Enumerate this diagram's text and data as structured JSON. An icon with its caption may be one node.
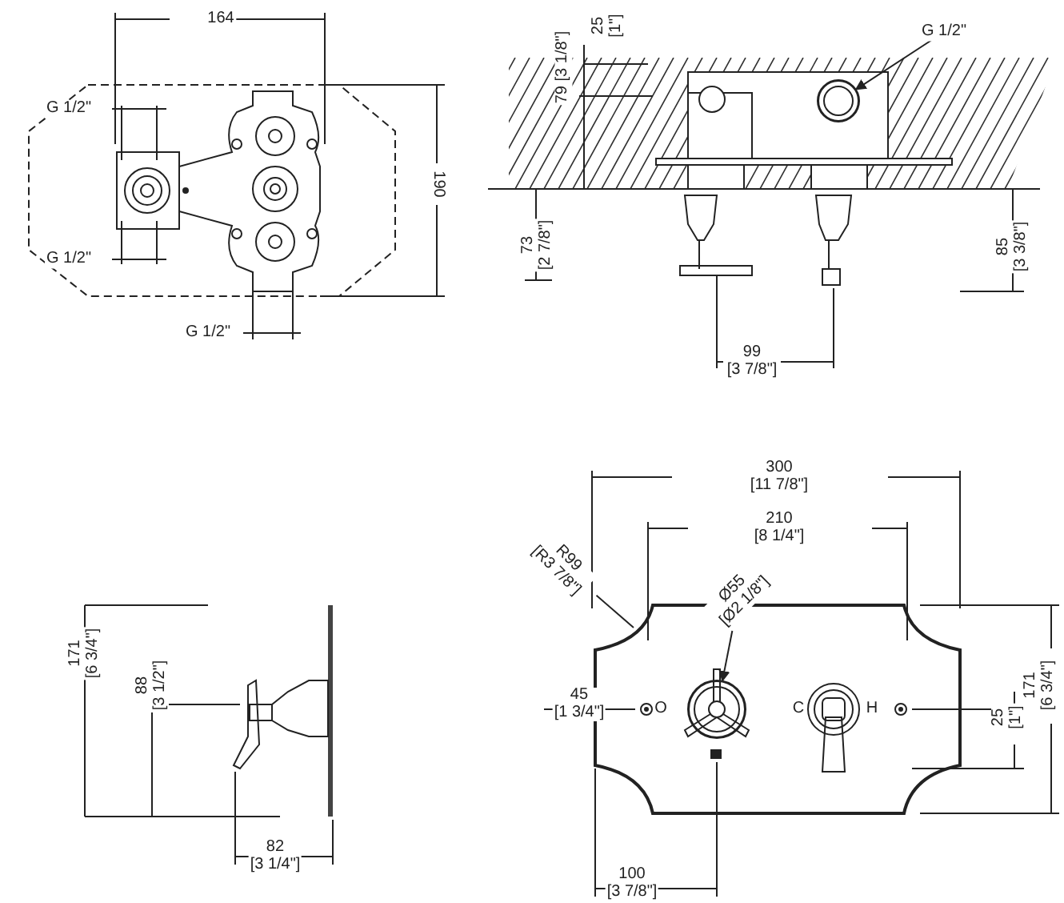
{
  "diagram": {
    "nodes": [
      {
        "text": [
          "G 1/2\""
        ]
      },
      {
        "text": [],
        "shape": "circle"
      },
      {
        "text": [
          "Ø55 [Ø2 1/8\"]"
        ]
      },
      {
        "text": [],
        "shape": "circle"
      },
      {
        "text": [
          "R99 [R3 7/8\"]"
        ]
      }
    ],
    "edges": [
      {
        "from": 0,
        "to": 1,
        "arrow": "to"
      },
      {
        "from": 2,
        "to": 3,
        "arrow": "to"
      },
      {
        "from": 4,
        "to": null,
        "arrow": "none"
      }
    ],
    "labels": [
      "164",
      "190",
      "G 1/2\"",
      "G 1/2\"",
      "G 1/2\"",
      "25 [1\"]",
      "79 [3 1/8\"]",
      "73 [2 7/8\"]",
      "85 [3 3/8\"]",
      "99 [3 7/8\"]",
      "171 [6 3/4\"]",
      "88 [3 1/2\"]",
      "82 [3 1/4\"]",
      "300 [11 7/8\"]",
      "210 [8 1/4\"]",
      "45 [1 3/4\"]",
      "O",
      "C",
      "H",
      "25 [1\"]",
      "171 [6 3/4\"]",
      "100 [3 7/8\"]"
    ]
  }
}
